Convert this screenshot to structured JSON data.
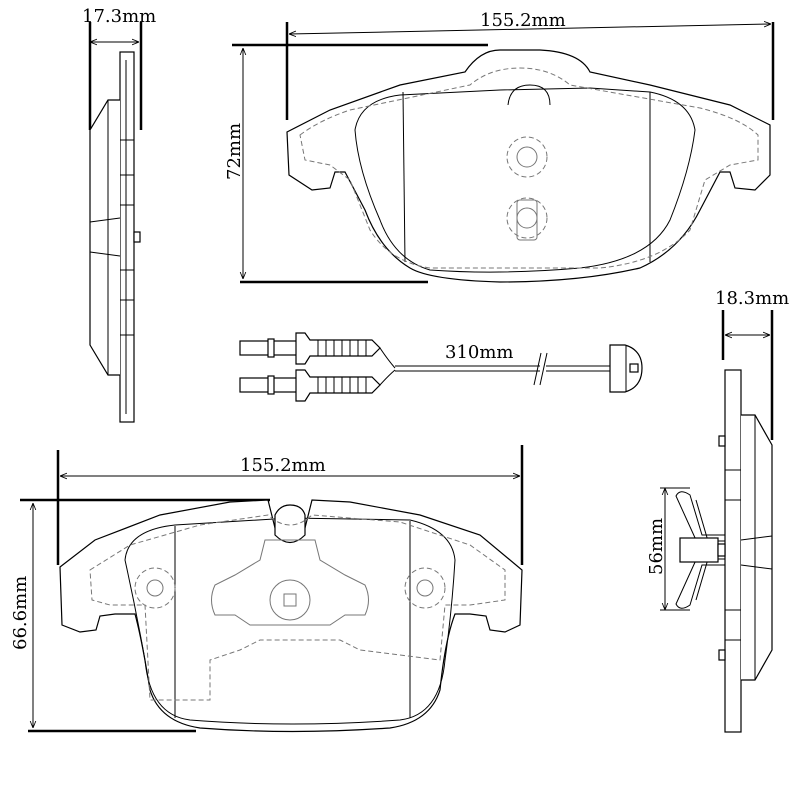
{
  "dimensions": {
    "top_thickness": "17.3mm",
    "top_width": "155.2mm",
    "top_height": "72mm",
    "sensor_length": "310mm",
    "right_thickness": "18.3mm",
    "bottom_width": "155.2mm",
    "bottom_height": "66.6mm",
    "clip_height": "56mm"
  }
}
